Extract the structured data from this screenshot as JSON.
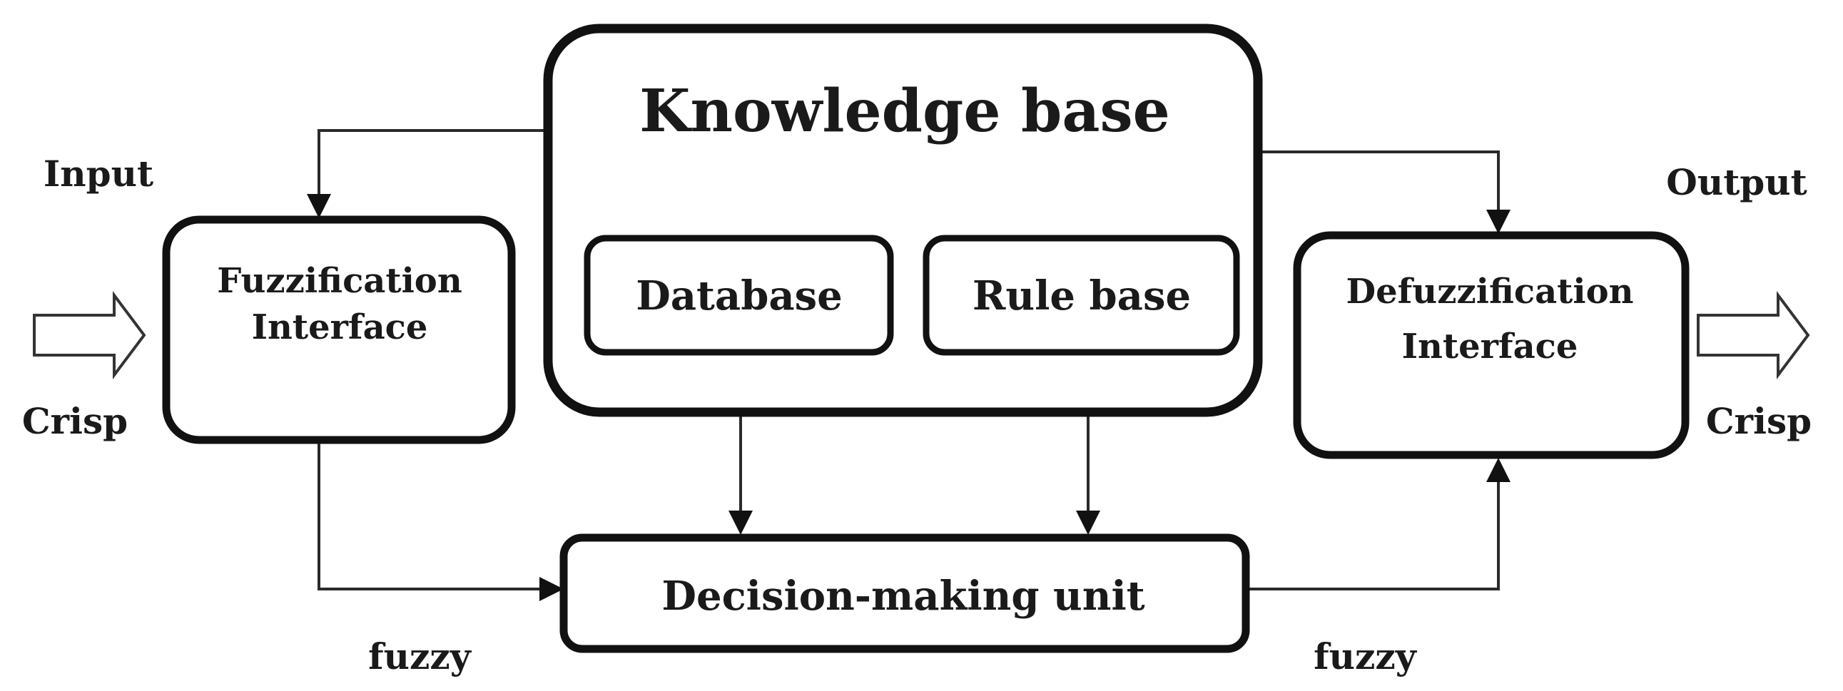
{
  "knowledge_base": {
    "title": "Knowledge base",
    "database_label": "Database",
    "rule_base_label": "Rule base"
  },
  "fuzzification": {
    "line1": "Fuzzification",
    "line2": "Interface"
  },
  "defuzzification": {
    "line1": "Defuzzification",
    "line2": "Interface"
  },
  "decision_unit": {
    "label": "Decision-making unit"
  },
  "input": {
    "label": "Input",
    "type_label": "Crisp"
  },
  "output": {
    "label": "Output",
    "type_label": "Crisp"
  },
  "edges": {
    "fuzzy_left": "fuzzy",
    "fuzzy_right": "fuzzy"
  }
}
